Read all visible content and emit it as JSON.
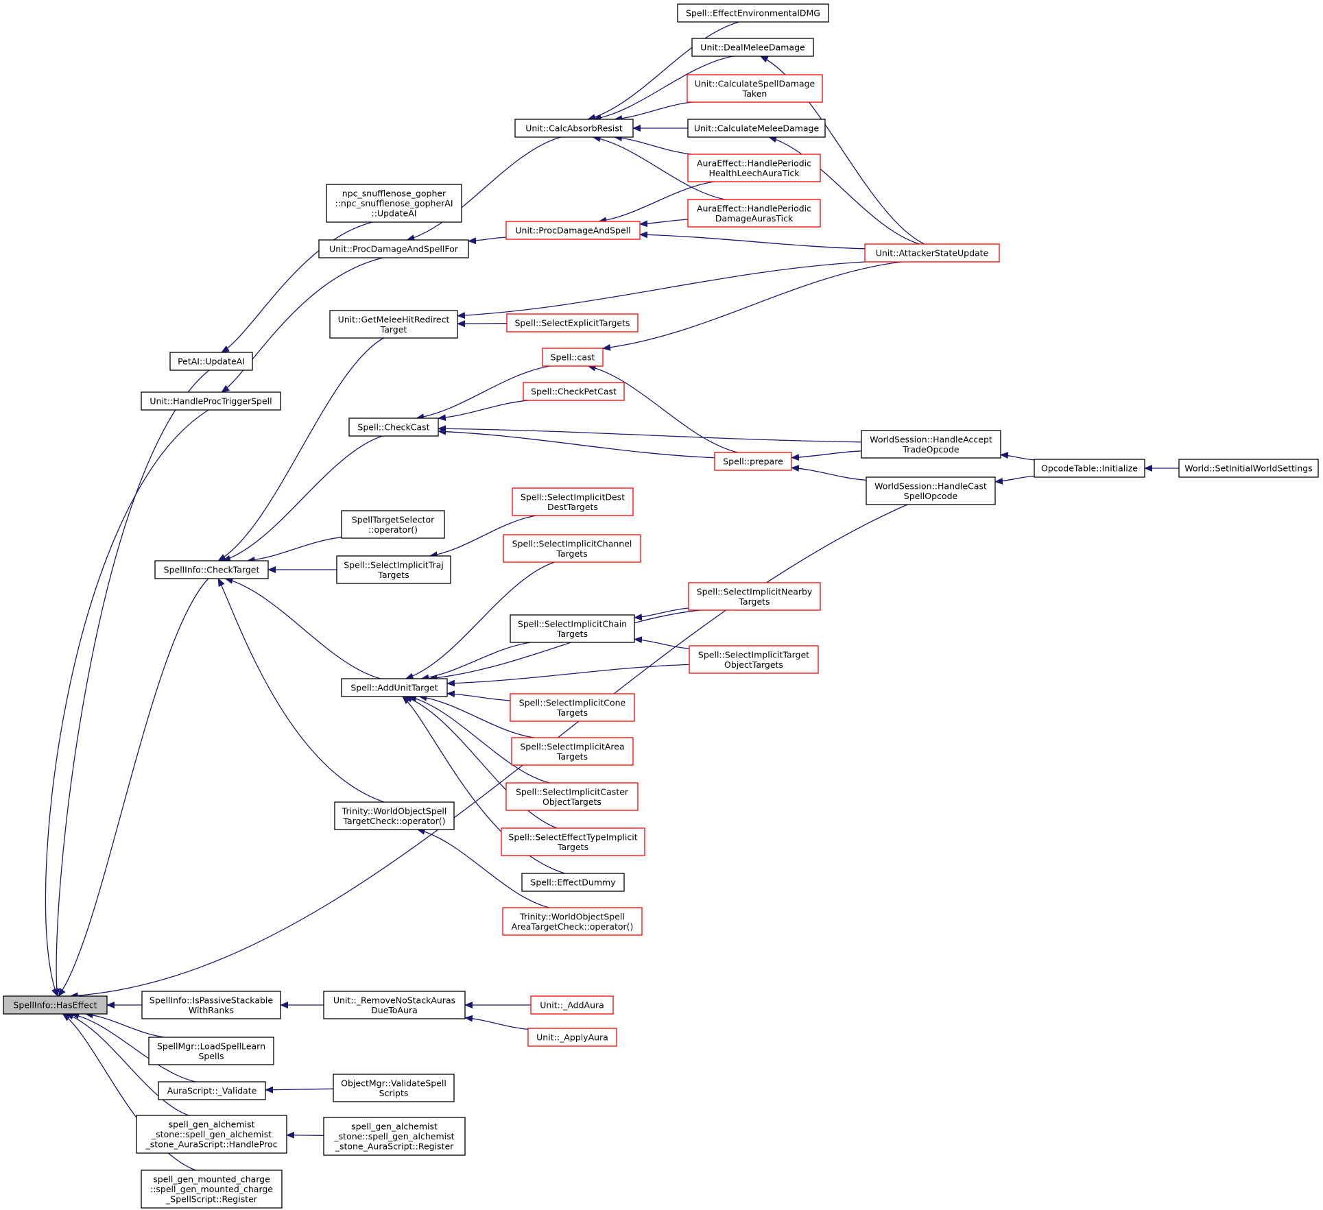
{
  "colors": {
    "edge": "#191970",
    "node_border_default": "#000000",
    "node_border_truncated": "#ff0000",
    "root_fill": "#bfbfbf",
    "node_fill": "#ffffff",
    "text": "#000000"
  },
  "nodes": [
    {
      "id": "n0",
      "label": [
        "SpellInfo::HasEffect"
      ],
      "style": "root"
    },
    {
      "id": "n1",
      "label": [
        "PetAI::UpdateAI"
      ],
      "style": "normal"
    },
    {
      "id": "n2",
      "label": [
        "npc_snufflenose_gopher",
        "::npc_snufflenose_gopherAI",
        "::UpdateAI"
      ],
      "style": "normal"
    },
    {
      "id": "n3",
      "label": [
        "Unit::HandleProcTriggerSpell"
      ],
      "style": "normal"
    },
    {
      "id": "n4",
      "label": [
        "Unit::ProcDamageAndSpellFor"
      ],
      "style": "normal"
    },
    {
      "id": "n5",
      "label": [
        "Unit::CalcAbsorbResist"
      ],
      "style": "normal"
    },
    {
      "id": "n6",
      "label": [
        "Spell::EffectEnvironmentalDMG"
      ],
      "style": "normal"
    },
    {
      "id": "n7",
      "label": [
        "Unit::DealMeleeDamage"
      ],
      "style": "normal"
    },
    {
      "id": "n8",
      "label": [
        "Unit::AttackerStateUpdate"
      ],
      "style": "truncated"
    },
    {
      "id": "n9",
      "label": [
        "Unit::CalculateSpellDamage",
        "Taken"
      ],
      "style": "truncated"
    },
    {
      "id": "n10",
      "label": [
        "Unit::CalculateMeleeDamage"
      ],
      "style": "normal"
    },
    {
      "id": "n11",
      "label": [
        "AuraEffect::HandlePeriodic",
        "HealthLeechAuraTick"
      ],
      "style": "truncated"
    },
    {
      "id": "n12",
      "label": [
        "AuraEffect::HandlePeriodic",
        "DamageAurasTick"
      ],
      "style": "truncated"
    },
    {
      "id": "n13",
      "label": [
        "Unit::ProcDamageAndSpell"
      ],
      "style": "truncated"
    },
    {
      "id": "n14",
      "label": [
        "SpellInfo::CheckTarget"
      ],
      "style": "normal"
    },
    {
      "id": "n15",
      "label": [
        "Unit::GetMeleeHitRedirect",
        "Target"
      ],
      "style": "normal"
    },
    {
      "id": "n16",
      "label": [
        "Spell::SelectExplicitTargets"
      ],
      "style": "truncated"
    },
    {
      "id": "n17",
      "label": [
        "Spell::CheckCast"
      ],
      "style": "normal"
    },
    {
      "id": "n18",
      "label": [
        "Spell::cast"
      ],
      "style": "truncated"
    },
    {
      "id": "n19",
      "label": [
        "Spell::CheckPetCast"
      ],
      "style": "truncated"
    },
    {
      "id": "n20",
      "label": [
        "Spell::prepare"
      ],
      "style": "truncated"
    },
    {
      "id": "n21",
      "label": [
        "WorldSession::HandleAccept",
        "TradeOpcode"
      ],
      "style": "normal"
    },
    {
      "id": "n22",
      "label": [
        "WorldSession::HandleCast",
        "SpellOpcode"
      ],
      "style": "normal"
    },
    {
      "id": "n23",
      "label": [
        "OpcodeTable::Initialize"
      ],
      "style": "normal"
    },
    {
      "id": "n24",
      "label": [
        "World::SetInitialWorldSettings"
      ],
      "style": "normal"
    },
    {
      "id": "n25",
      "label": [
        "SpellTargetSelector",
        "::operator()"
      ],
      "style": "normal"
    },
    {
      "id": "n26",
      "label": [
        "Spell::SelectImplicitTraj",
        "Targets"
      ],
      "style": "normal"
    },
    {
      "id": "n27",
      "label": [
        "Spell::SelectImplicitDest",
        "DestTargets"
      ],
      "style": "truncated"
    },
    {
      "id": "n28",
      "label": [
        "Spell::AddUnitTarget"
      ],
      "style": "normal"
    },
    {
      "id": "n29",
      "label": [
        "Spell::SelectImplicitChannel",
        "Targets"
      ],
      "style": "truncated"
    },
    {
      "id": "n30",
      "label": [
        "Spell::SelectImplicitNearby",
        "Targets"
      ],
      "style": "truncated"
    },
    {
      "id": "n31",
      "label": [
        "Spell::SelectImplicitChain",
        "Targets"
      ],
      "style": "normal"
    },
    {
      "id": "n32",
      "label": [
        "Spell::SelectImplicitTarget",
        "ObjectTargets"
      ],
      "style": "truncated"
    },
    {
      "id": "n33",
      "label": [
        "Spell::SelectImplicitCone",
        "Targets"
      ],
      "style": "truncated"
    },
    {
      "id": "n34",
      "label": [
        "Spell::SelectImplicitArea",
        "Targets"
      ],
      "style": "truncated"
    },
    {
      "id": "n35",
      "label": [
        "Spell::SelectImplicitCaster",
        "ObjectTargets"
      ],
      "style": "truncated"
    },
    {
      "id": "n36",
      "label": [
        "Spell::SelectEffectTypeImplicit",
        "Targets"
      ],
      "style": "truncated"
    },
    {
      "id": "n37",
      "label": [
        "Spell::EffectDummy"
      ],
      "style": "normal"
    },
    {
      "id": "n38",
      "label": [
        "Trinity::WorldObjectSpell",
        "TargetCheck::operator()"
      ],
      "style": "normal"
    },
    {
      "id": "n39",
      "label": [
        "Trinity::WorldObjectSpell",
        "AreaTargetCheck::operator()"
      ],
      "style": "truncated"
    },
    {
      "id": "n40",
      "label": [
        "SpellInfo::IsPassiveStackable",
        "WithRanks"
      ],
      "style": "normal"
    },
    {
      "id": "n41",
      "label": [
        "Unit::_RemoveNoStackAuras",
        "DueToAura"
      ],
      "style": "normal"
    },
    {
      "id": "n42",
      "label": [
        "Unit::_AddAura"
      ],
      "style": "truncated"
    },
    {
      "id": "n43",
      "label": [
        "Unit::_ApplyAura"
      ],
      "style": "truncated"
    },
    {
      "id": "n44",
      "label": [
        "SpellMgr::LoadSpellLearn",
        "Spells"
      ],
      "style": "normal"
    },
    {
      "id": "n45",
      "label": [
        "AuraScript::_Validate"
      ],
      "style": "normal"
    },
    {
      "id": "n46",
      "label": [
        "ObjectMgr::ValidateSpell",
        "Scripts"
      ],
      "style": "normal"
    },
    {
      "id": "n47",
      "label": [
        "spell_gen_alchemist",
        "_stone::spell_gen_alchemist",
        "_stone_AuraScript::HandleProc"
      ],
      "style": "normal"
    },
    {
      "id": "n48",
      "label": [
        "spell_gen_alchemist",
        "_stone::spell_gen_alchemist",
        "_stone_AuraScript::Register"
      ],
      "style": "normal"
    },
    {
      "id": "n49",
      "label": [
        "spell_gen_mounted_charge",
        "::spell_gen_mounted_charge",
        "_SpellScript::Register"
      ],
      "style": "normal"
    }
  ],
  "edges": [
    [
      "n1",
      "n0"
    ],
    [
      "n2",
      "n1"
    ],
    [
      "n3",
      "n0"
    ],
    [
      "n4",
      "n3"
    ],
    [
      "n5",
      "n4"
    ],
    [
      "n6",
      "n5"
    ],
    [
      "n7",
      "n5"
    ],
    [
      "n8",
      "n7"
    ],
    [
      "n9",
      "n5"
    ],
    [
      "n10",
      "n5"
    ],
    [
      "n8",
      "n10"
    ],
    [
      "n11",
      "n5"
    ],
    [
      "n12",
      "n5"
    ],
    [
      "n13",
      "n4"
    ],
    [
      "n11",
      "n13"
    ],
    [
      "n12",
      "n13"
    ],
    [
      "n8",
      "n13"
    ],
    [
      "n14",
      "n0"
    ],
    [
      "n15",
      "n14"
    ],
    [
      "n8",
      "n15"
    ],
    [
      "n16",
      "n15"
    ],
    [
      "n17",
      "n14"
    ],
    [
      "n18",
      "n17"
    ],
    [
      "n8",
      "n18"
    ],
    [
      "n20",
      "n18"
    ],
    [
      "n19",
      "n17"
    ],
    [
      "n20",
      "n17"
    ],
    [
      "n21",
      "n17"
    ],
    [
      "n21",
      "n20"
    ],
    [
      "n22",
      "n20"
    ],
    [
      "n23",
      "n21"
    ],
    [
      "n23",
      "n22"
    ],
    [
      "n24",
      "n23"
    ],
    [
      "n25",
      "n14"
    ],
    [
      "n26",
      "n14"
    ],
    [
      "n27",
      "n26"
    ],
    [
      "n28",
      "n14"
    ],
    [
      "n29",
      "n28"
    ],
    [
      "n30",
      "n28"
    ],
    [
      "n31",
      "n28"
    ],
    [
      "n30",
      "n31"
    ],
    [
      "n32",
      "n31"
    ],
    [
      "n32",
      "n28"
    ],
    [
      "n33",
      "n28"
    ],
    [
      "n34",
      "n28"
    ],
    [
      "n35",
      "n28"
    ],
    [
      "n36",
      "n28"
    ],
    [
      "n37",
      "n28"
    ],
    [
      "n38",
      "n14"
    ],
    [
      "n39",
      "n38"
    ],
    [
      "n22",
      "n0"
    ],
    [
      "n40",
      "n0"
    ],
    [
      "n41",
      "n40"
    ],
    [
      "n42",
      "n41"
    ],
    [
      "n43",
      "n41"
    ],
    [
      "n44",
      "n0"
    ],
    [
      "n45",
      "n0"
    ],
    [
      "n46",
      "n45"
    ],
    [
      "n47",
      "n0"
    ],
    [
      "n48",
      "n47"
    ],
    [
      "n49",
      "n0"
    ]
  ]
}
